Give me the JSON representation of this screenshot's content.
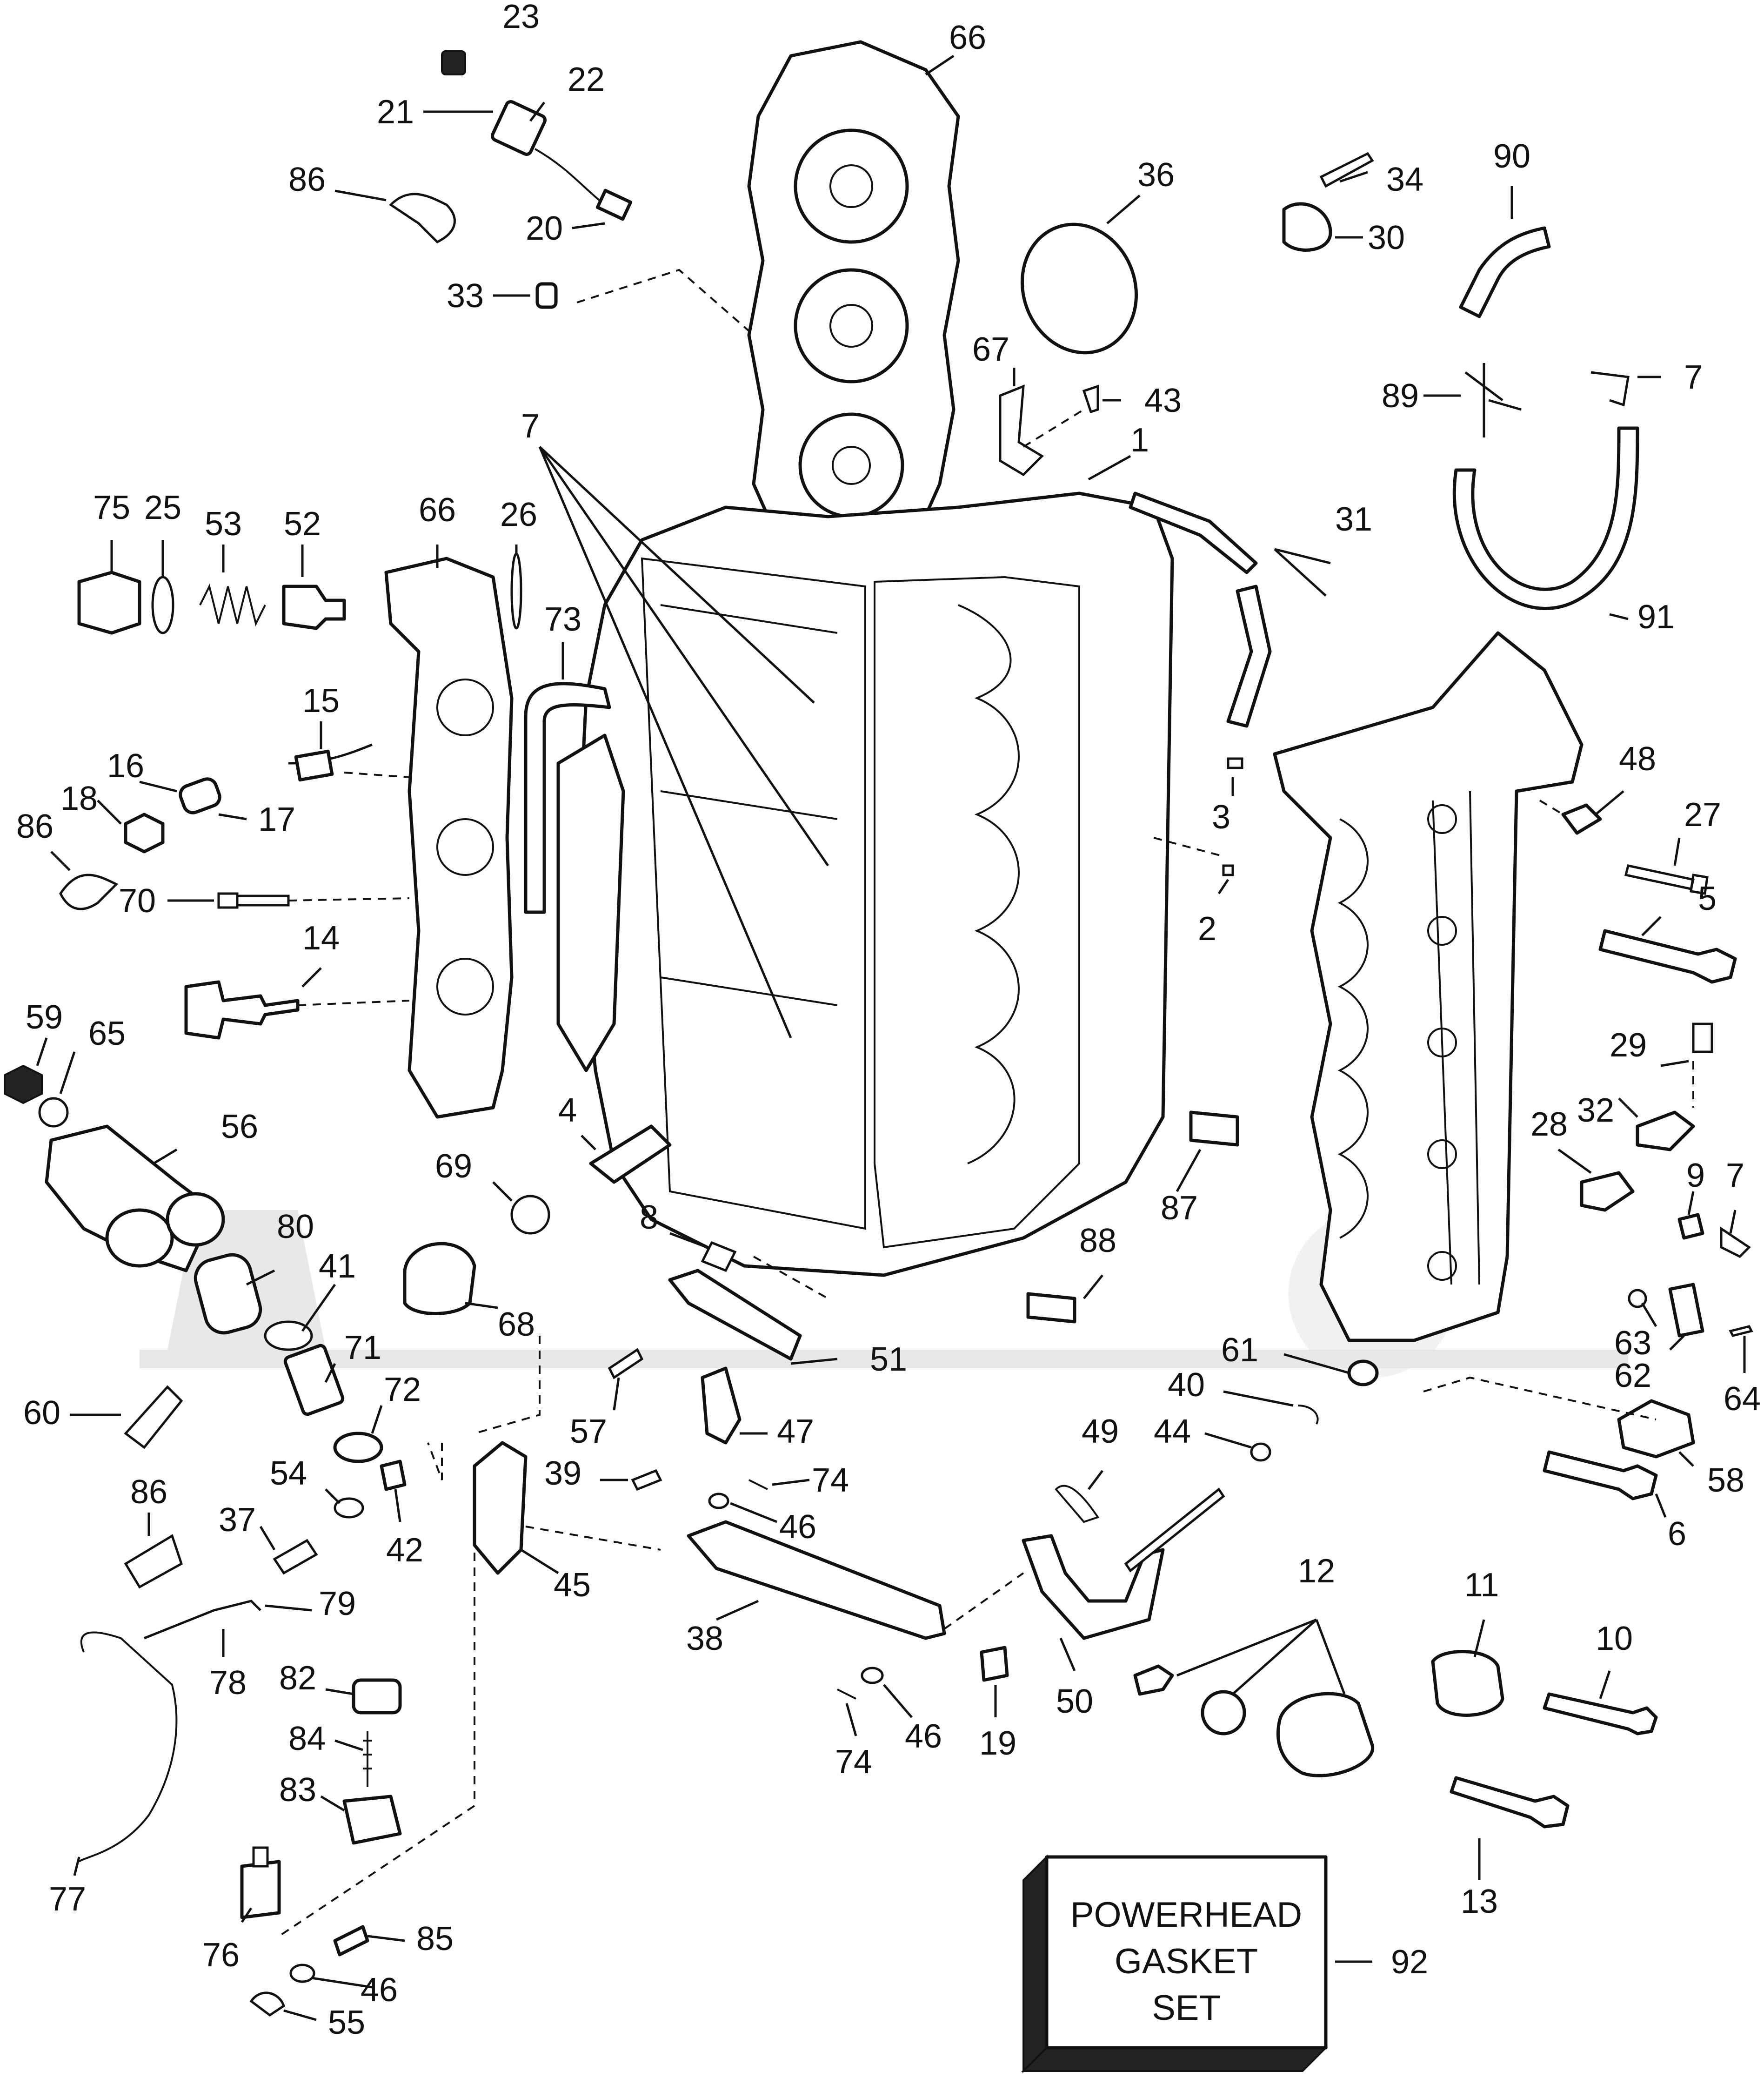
{
  "labels": [
    {
      "id": "23",
      "text": "23"
    },
    {
      "id": "22",
      "text": "22"
    },
    {
      "id": "21",
      "text": "21"
    },
    {
      "id": "86a",
      "text": "86"
    },
    {
      "id": "20",
      "text": "20"
    },
    {
      "id": "33",
      "text": "33"
    },
    {
      "id": "66a",
      "text": "66"
    },
    {
      "id": "36",
      "text": "36"
    },
    {
      "id": "34",
      "text": "34"
    },
    {
      "id": "30",
      "text": "30"
    },
    {
      "id": "90",
      "text": "90"
    },
    {
      "id": "67",
      "text": "67"
    },
    {
      "id": "43",
      "text": "43"
    },
    {
      "id": "89",
      "text": "89"
    },
    {
      "id": "7a",
      "text": "7"
    },
    {
      "id": "7b",
      "text": "7"
    },
    {
      "id": "1",
      "text": "1"
    },
    {
      "id": "75",
      "text": "75"
    },
    {
      "id": "25",
      "text": "25"
    },
    {
      "id": "53",
      "text": "53"
    },
    {
      "id": "52",
      "text": "52"
    },
    {
      "id": "66b",
      "text": "66"
    },
    {
      "id": "26",
      "text": "26"
    },
    {
      "id": "31",
      "text": "31"
    },
    {
      "id": "91",
      "text": "91"
    },
    {
      "id": "73",
      "text": "73"
    },
    {
      "id": "15",
      "text": "15"
    },
    {
      "id": "16",
      "text": "16"
    },
    {
      "id": "18",
      "text": "18"
    },
    {
      "id": "17",
      "text": "17"
    },
    {
      "id": "86b",
      "text": "86"
    },
    {
      "id": "70",
      "text": "70"
    },
    {
      "id": "3",
      "text": "3"
    },
    {
      "id": "48",
      "text": "48"
    },
    {
      "id": "27",
      "text": "27"
    },
    {
      "id": "5",
      "text": "5"
    },
    {
      "id": "2",
      "text": "2"
    },
    {
      "id": "14",
      "text": "14"
    },
    {
      "id": "59",
      "text": "59"
    },
    {
      "id": "65",
      "text": "65"
    },
    {
      "id": "29",
      "text": "29"
    },
    {
      "id": "32",
      "text": "32"
    },
    {
      "id": "56",
      "text": "56"
    },
    {
      "id": "4",
      "text": "4"
    },
    {
      "id": "69",
      "text": "69"
    },
    {
      "id": "28",
      "text": "28"
    },
    {
      "id": "87",
      "text": "87"
    },
    {
      "id": "9",
      "text": "9"
    },
    {
      "id": "7c",
      "text": "7"
    },
    {
      "id": "80",
      "text": "80"
    },
    {
      "id": "8",
      "text": "8"
    },
    {
      "id": "41",
      "text": "41"
    },
    {
      "id": "88",
      "text": "88"
    },
    {
      "id": "68",
      "text": "68"
    },
    {
      "id": "63",
      "text": "63"
    },
    {
      "id": "71",
      "text": "71"
    },
    {
      "id": "51",
      "text": "51"
    },
    {
      "id": "61",
      "text": "61"
    },
    {
      "id": "62",
      "text": "62"
    },
    {
      "id": "64",
      "text": "64"
    },
    {
      "id": "72",
      "text": "72"
    },
    {
      "id": "60",
      "text": "60"
    },
    {
      "id": "57",
      "text": "57"
    },
    {
      "id": "40",
      "text": "40"
    },
    {
      "id": "47",
      "text": "47"
    },
    {
      "id": "49",
      "text": "49"
    },
    {
      "id": "44",
      "text": "44"
    },
    {
      "id": "58",
      "text": "58"
    },
    {
      "id": "54",
      "text": "54"
    },
    {
      "id": "39",
      "text": "39"
    },
    {
      "id": "74a",
      "text": "74"
    },
    {
      "id": "86c",
      "text": "86"
    },
    {
      "id": "37",
      "text": "37"
    },
    {
      "id": "42",
      "text": "42"
    },
    {
      "id": "46a",
      "text": "46"
    },
    {
      "id": "6",
      "text": "6"
    },
    {
      "id": "45",
      "text": "45"
    },
    {
      "id": "79",
      "text": "79"
    },
    {
      "id": "12",
      "text": "12"
    },
    {
      "id": "11",
      "text": "11"
    },
    {
      "id": "10",
      "text": "10"
    },
    {
      "id": "38",
      "text": "38"
    },
    {
      "id": "78",
      "text": "78"
    },
    {
      "id": "50",
      "text": "50"
    },
    {
      "id": "82",
      "text": "82"
    },
    {
      "id": "46b",
      "text": "46"
    },
    {
      "id": "19",
      "text": "19"
    },
    {
      "id": "84",
      "text": "84"
    },
    {
      "id": "74b",
      "text": "74"
    },
    {
      "id": "83",
      "text": "83"
    },
    {
      "id": "13",
      "text": "13"
    },
    {
      "id": "77",
      "text": "77"
    },
    {
      "id": "85",
      "text": "85"
    },
    {
      "id": "76",
      "text": "76"
    },
    {
      "id": "46c",
      "text": "46"
    },
    {
      "id": "55",
      "text": "55"
    },
    {
      "id": "92",
      "text": "92"
    }
  ],
  "gasket_box": {
    "line1": "POWERHEAD",
    "line2": "GASKET",
    "line3": "SET"
  }
}
